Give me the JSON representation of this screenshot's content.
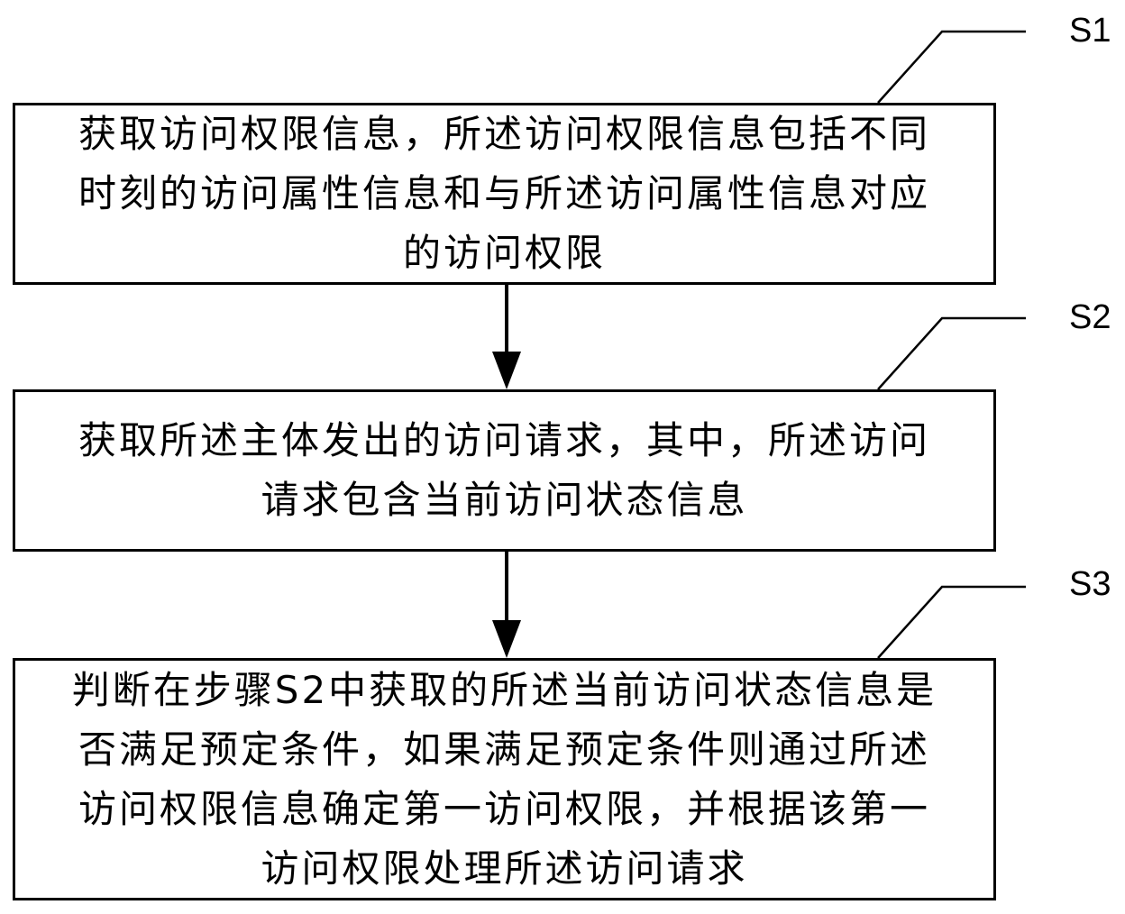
{
  "steps": [
    {
      "label": "S1",
      "lines": [
        "获取访问权限信息，所述访问权限信息包括不同",
        "时刻的访问属性信息和与所述访问属性信息对应",
        "的访问权限"
      ]
    },
    {
      "label": "S2",
      "lines": [
        "获取所述主体发出的访问请求，其中，所述访问",
        "请求包含当前访问状态信息"
      ]
    },
    {
      "label": "S3",
      "lines": [
        "判断在步骤S2中获取的所述当前访问状态信息是",
        "否满足预定条件，如果满足预定条件则通过所述",
        "访问权限信息确定第一访问权限，并根据该第一",
        "访问权限处理所述访问请求"
      ]
    }
  ]
}
